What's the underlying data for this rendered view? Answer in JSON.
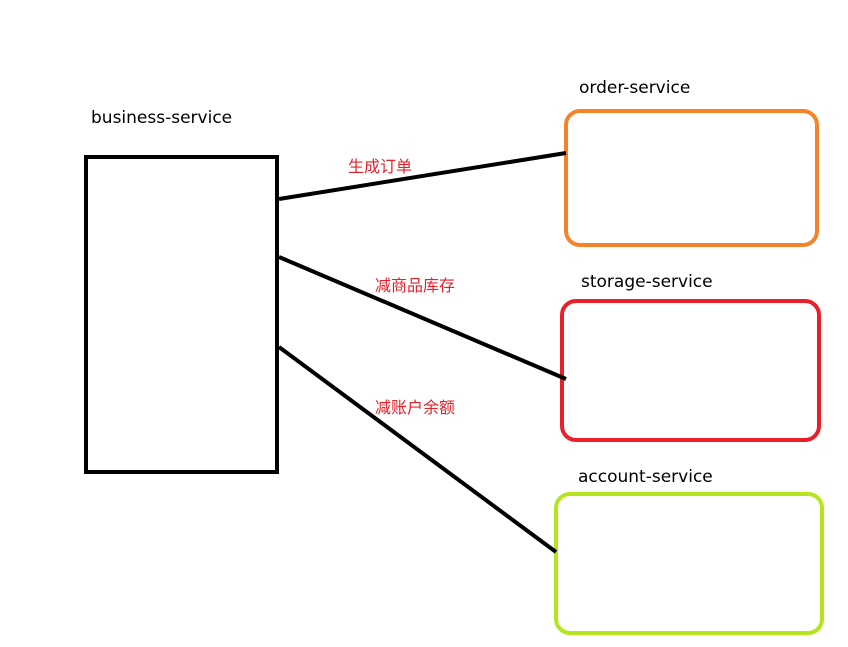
{
  "nodes": {
    "business": {
      "label": "business-service",
      "color": "#000000"
    },
    "order": {
      "label": "order-service",
      "color": "#f5832a"
    },
    "storage": {
      "label": "storage-service",
      "color": "#e8202a"
    },
    "account": {
      "label": "account-service",
      "color": "#b5e61d"
    }
  },
  "edges": {
    "order": {
      "label": "生成订单"
    },
    "storage": {
      "label": "减商品库存"
    },
    "account": {
      "label": "减账户余额"
    }
  },
  "edge_color": "#e8202a"
}
